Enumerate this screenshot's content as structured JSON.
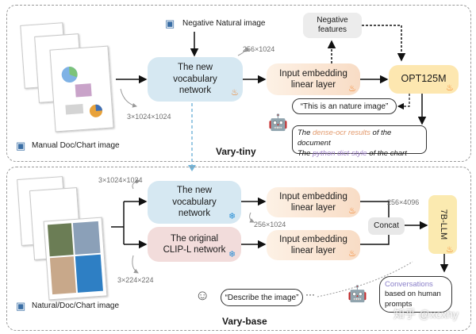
{
  "vary_tiny": {
    "panel_title": "Vary-tiny",
    "input_caption": "Manual Doc/Chart image",
    "negative_caption": "Negative Natural image",
    "vocab_network": "The new vocabulary network",
    "dim_input": "3×1024×1024",
    "dim_vocab_out": "256×1024",
    "embedding": "Input embedding linear layer",
    "negative_features": "Negative features",
    "decoder": "OPT125M",
    "nature_bubble": "“This is an nature image”",
    "output_line1_prefix": "The ",
    "output_line1_highlight": "dense-ocr results",
    "output_line1_suffix": " of the document",
    "output_line2_prefix": "The ",
    "output_line2_highlight": "python dict-style",
    "output_line2_suffix": " of the chart"
  },
  "vary_base": {
    "panel_title": "Vary-base",
    "input_caption": "Natural/Doc/Chart image",
    "vocab_network": "The new vocabulary network",
    "clip_network": "The original CLIP-L network",
    "dim_vocab_in": "3×1024×1024",
    "dim_clip_in": "3×224×224",
    "dim_mid": "256×1024",
    "dim_concat_out": "256×4096",
    "embedding_1": "Input embedding linear layer",
    "embedding_2": "Input embedding linear layer",
    "concat": "Concat",
    "llm": "7B-LLM",
    "user_bubble": "“Describe the image”",
    "response_highlight": "Conversations",
    "response_text": "based on human prompts"
  },
  "watermark": "知乎 @xcxhy",
  "colors": {
    "vocab_blue": "#d6e8f2",
    "clip_pink": "#f2dcdb",
    "embed_peach": "#f8dcc5",
    "decoder_yellow": "#fde7b0",
    "fire_orange": "#f07a1c",
    "snow_blue": "#2a8fd6",
    "highlight_orange": "#e39b6e",
    "highlight_purple": "#9d7fc7"
  },
  "icons": {
    "trainable": "fire-icon",
    "frozen": "snowflake-icon",
    "image_input": "picture-icon",
    "robot": "robot-icon",
    "person": "person-icon"
  }
}
